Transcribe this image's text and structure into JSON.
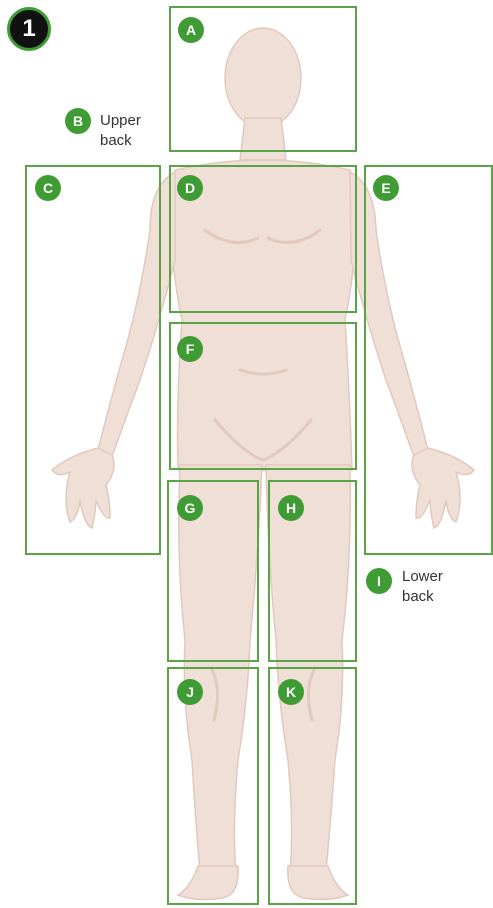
{
  "step_number": "1",
  "colors": {
    "accent": "#3f9c35",
    "region_outline": "#5aa447",
    "skin": "#f0dfd6",
    "skin_shadow": "#e2c9bd",
    "step_badge_fill": "#111111"
  },
  "regions": {
    "a": {
      "letter": "A"
    },
    "c": {
      "letter": "C"
    },
    "d": {
      "letter": "D"
    },
    "e": {
      "letter": "E"
    },
    "f": {
      "letter": "F"
    },
    "g": {
      "letter": "G"
    },
    "h": {
      "letter": "H"
    },
    "j": {
      "letter": "J"
    },
    "k": {
      "letter": "K"
    }
  },
  "labels": {
    "b": {
      "letter": "B",
      "line1": "Upper",
      "line2": "back"
    },
    "i": {
      "letter": "I",
      "line1": "Lower",
      "line2": "back"
    }
  }
}
